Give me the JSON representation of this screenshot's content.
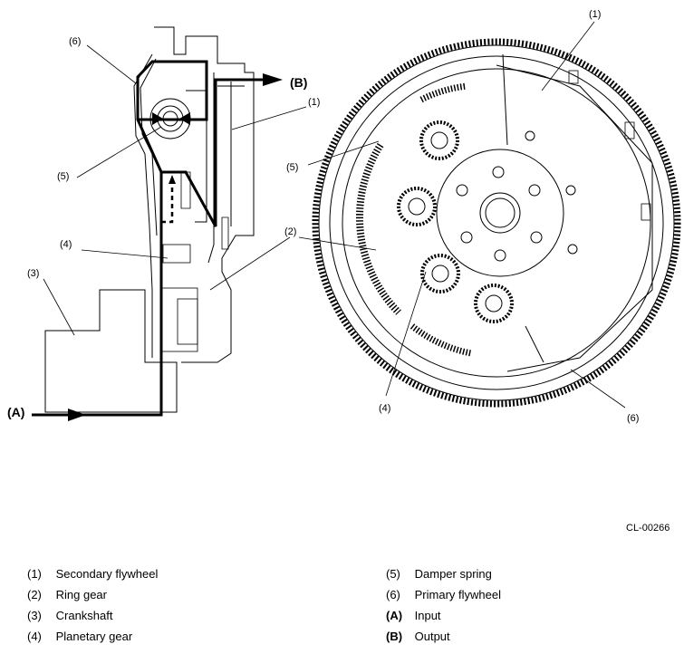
{
  "callouts": {
    "c1": "(1)",
    "c2": "(2)",
    "c3": "(3)",
    "c4": "(4)",
    "c5": "(5)",
    "c6": "(6)",
    "input": "(A)",
    "output": "(B)"
  },
  "figure_code": "CL-00266",
  "legend": [
    {
      "key": "(1)",
      "text": "Secondary flywheel"
    },
    {
      "key": "(2)",
      "text": "Ring gear"
    },
    {
      "key": "(3)",
      "text": "Crankshaft"
    },
    {
      "key": "(4)",
      "text": "Planetary gear"
    },
    {
      "key": "(5)",
      "text": "Damper spring"
    },
    {
      "key": "(6)",
      "text": "Primary flywheel"
    },
    {
      "key": "(A)",
      "text": "Input"
    },
    {
      "key": "(B)",
      "text": "Output"
    }
  ]
}
